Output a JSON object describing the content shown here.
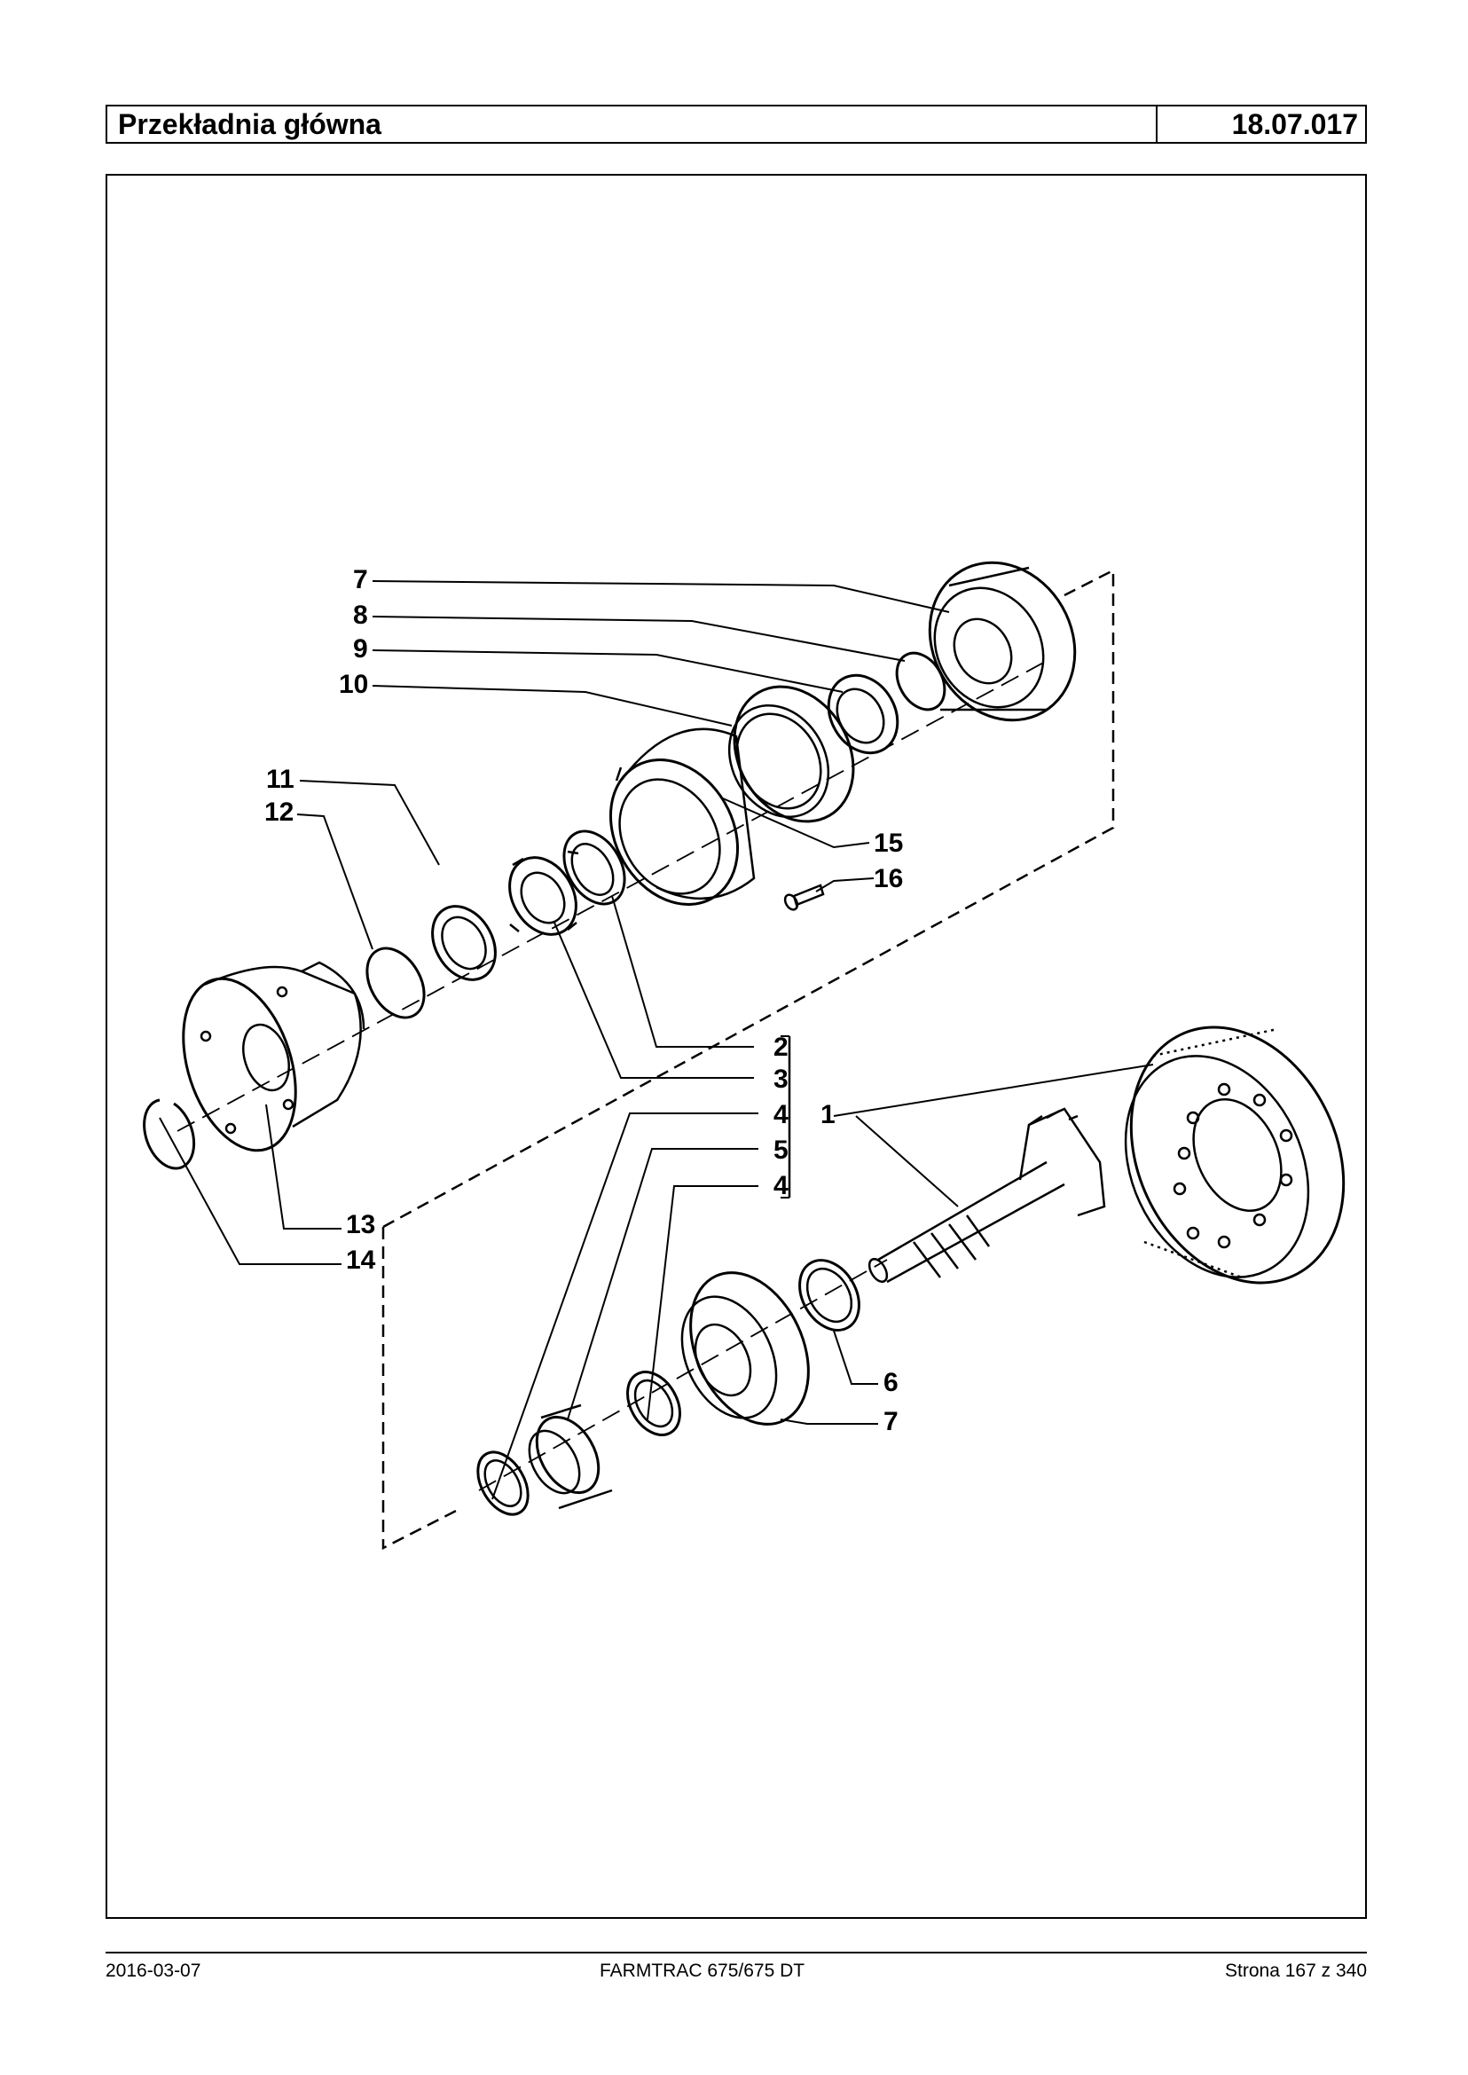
{
  "header": {
    "title": "Przekładnia główna",
    "code": "18.07.017"
  },
  "callouts": {
    "c7": "7",
    "c8": "8",
    "c9": "9",
    "c10": "10",
    "c11": "11",
    "c12": "12",
    "c15": "15",
    "c16": "16",
    "c2": "2",
    "c3": "3",
    "c4a": "4",
    "c1": "1",
    "c5": "5",
    "c4b": "4",
    "c13": "13",
    "c14": "14",
    "c6": "6",
    "c7b": "7"
  },
  "footer": {
    "date": "2016-03-07",
    "model": "FARMTRAC 675/675 DT",
    "page": "Strona 167 z 340"
  }
}
